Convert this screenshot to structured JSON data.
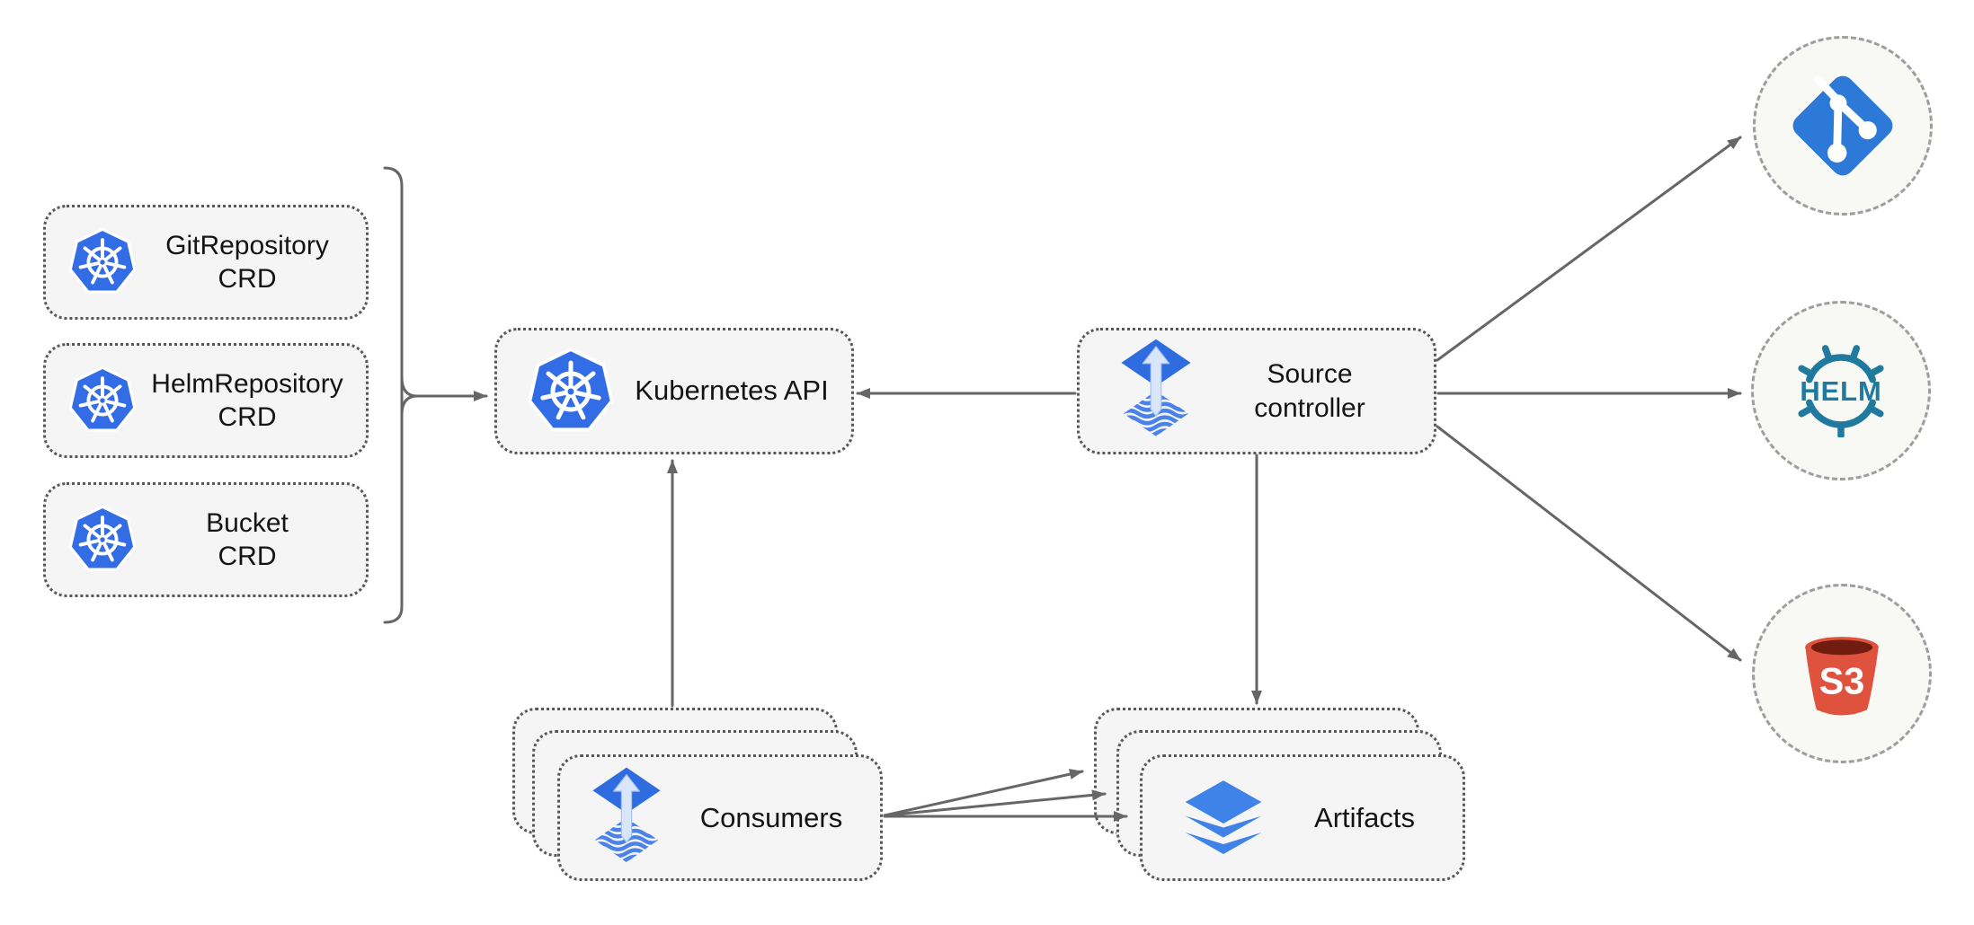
{
  "diagram": {
    "description": "Flux source-controller architecture diagram",
    "crds": [
      {
        "label": "GitRepository\nCRD",
        "icon": "kubernetes-icon"
      },
      {
        "label": "HelmRepository\nCRD",
        "icon": "kubernetes-icon"
      },
      {
        "label": "Bucket\nCRD",
        "icon": "kubernetes-icon"
      }
    ],
    "kubernetes_api": {
      "label": "Kubernetes API",
      "icon": "kubernetes-icon"
    },
    "source_controller": {
      "label": "Source\ncontroller",
      "icon": "flux-icon"
    },
    "consumers": {
      "label": "Consumers",
      "icon": "flux-icon",
      "stack_count": 3
    },
    "artifacts": {
      "label": "Artifacts",
      "icon": "layers-icon",
      "stack_count": 3
    },
    "external_sources": [
      {
        "name": "git",
        "icon": "git-icon"
      },
      {
        "name": "helm",
        "icon": "helm-icon",
        "label": "HELM"
      },
      {
        "name": "s3",
        "icon": "s3-bucket-icon",
        "label": "S3"
      }
    ],
    "connections": [
      "crd-bracket -> kubernetes-api",
      "source-controller -> kubernetes-api",
      "consumers -> kubernetes-api",
      "source-controller -> artifacts",
      "source-controller -> git",
      "source-controller -> helm",
      "source-controller -> s3",
      "consumers -> artifacts (x3)"
    ],
    "colors": {
      "kubernetes_blue": "#326de6",
      "flux_blue": "#2f6ce0",
      "flux_wave_blue": "#4a82ea",
      "flux_arrow_light": "#d9e5f9",
      "git_blue": "#2d79d8",
      "helm_teal": "#20799f",
      "s3_red": "#df523e",
      "s3_dark_interior": "#701c0e",
      "layers_blue": "#3f83e8",
      "node_fill": "#f5f5f5",
      "node_border": "#575757",
      "circle_fill": "#f8f8f5",
      "circle_border": "#9e9e9e",
      "arrow_gray": "#666666",
      "text": "#141414",
      "background": "#ffffff"
    }
  }
}
